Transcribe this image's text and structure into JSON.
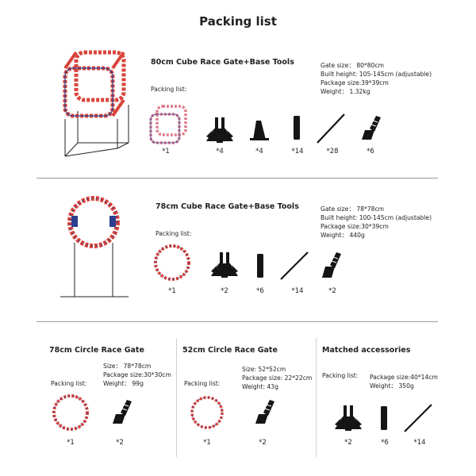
{
  "page": {
    "title": "Packing list"
  },
  "section1": {
    "heading": "80cm Cube Race Gate+Base Tools",
    "packing_label": "Packing list:",
    "specs": [
      "Gate size： 80*80cm",
      "Built height: 105-145cm (adjustable)",
      "Package size:39*39cm",
      "Weight： 1.32kg"
    ],
    "qty": [
      "*1",
      "*4",
      "*4",
      "*14",
      "*28",
      "*6"
    ]
  },
  "section2": {
    "heading": "78cm Cube Race Gate+Base Tools",
    "packing_label": "Packing list:",
    "specs": [
      "Gate size： 78*78cm",
      "Built height: 100-145cm (adjustable)",
      "Package size:30*39cm",
      "Weight： 440g"
    ],
    "qty": [
      "*1",
      "*2",
      "*6",
      "*14",
      "*2"
    ]
  },
  "section3a": {
    "heading": "78cm Circle Race Gate",
    "packing_label": "Packing list:",
    "specs": [
      "Size： 78*78cm",
      "Package size:30*30cm",
      "Weight： 99g"
    ],
    "qty": [
      "*1",
      "*2"
    ]
  },
  "section3b": {
    "heading": "52cm Circle Race Gate",
    "packing_label": "Packing list:",
    "specs": [
      "Size: 52*52cm",
      "Package size: 22*22cm",
      "Weight: 43g"
    ],
    "qty": [
      "*1",
      "*2"
    ]
  },
  "section3c": {
    "heading": "Matched accessories",
    "packing_label": "Packing list:",
    "specs": [
      "Package size:40*14cm",
      "Weight： 350g"
    ],
    "qty": [
      "*2",
      "*6",
      "*14"
    ]
  },
  "colors": {
    "gate_red": "#d9433a",
    "gate_blue": "#2a3f8f",
    "gate_pink": "#e07a8a",
    "pole": "#222222",
    "rule": "#9a9a9a"
  }
}
